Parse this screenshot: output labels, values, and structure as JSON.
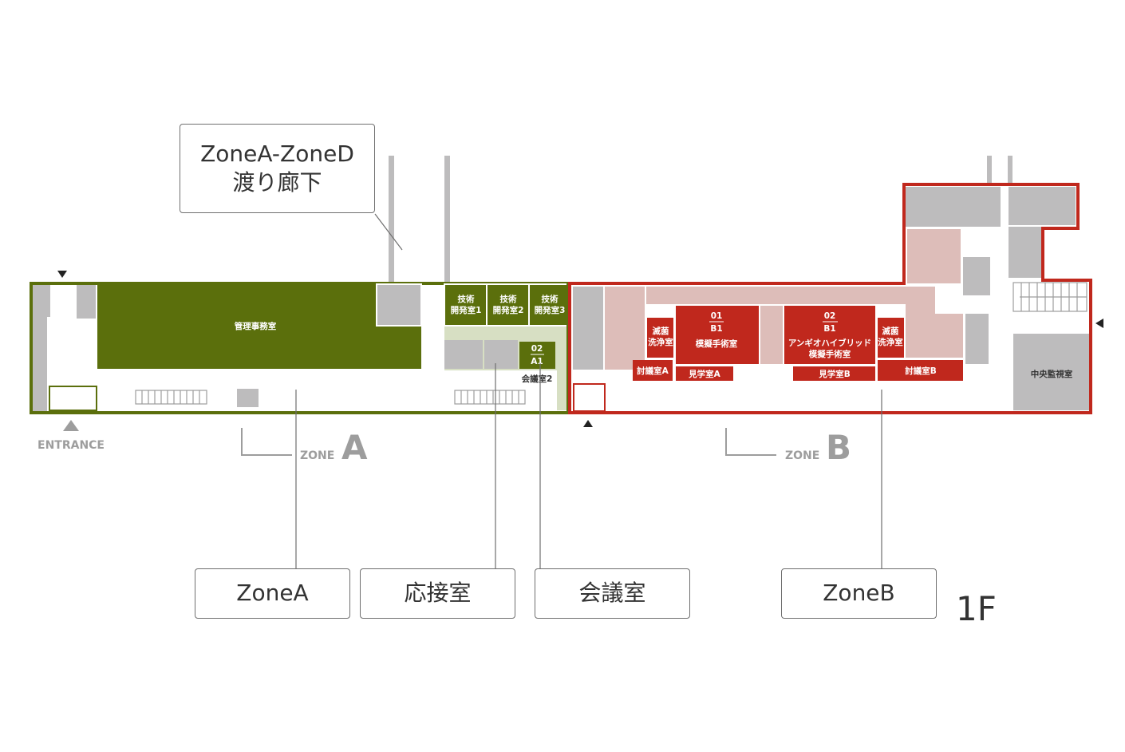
{
  "floor_label": "1F",
  "colors": {
    "zone_a": "#5b6f0c",
    "zone_b": "#c0281d",
    "zone_b_light": "#ddbdb9",
    "pale_green": "#d7dfc3",
    "gray_room": "#bdbcbd",
    "text_gray": "#9d9d9d"
  },
  "callouts": {
    "corridor_line1": "ZoneA-ZoneD",
    "corridor_line2": "渡り廊下",
    "zone_a": "ZoneA",
    "reception": "応接室",
    "meeting": "会議室",
    "zone_b": "ZoneB"
  },
  "zones": {
    "zone_word": "ZONE",
    "a_letter": "A",
    "b_letter": "B"
  },
  "entrance": "ENTRANCE",
  "rooms": {
    "admin_office": "管理事務室",
    "tech_dev_1_line1": "技術",
    "tech_dev_1_line2": "開発室1",
    "tech_dev_2_line1": "技術",
    "tech_dev_2_line2": "開発室2",
    "tech_dev_3_line1": "技術",
    "tech_dev_3_line2": "開発室3",
    "a1_num": "02",
    "a1_code": "A1",
    "meeting_room_2": "会議室2",
    "sterile_1_line1": "滅菌",
    "sterile_1_line2": "洗浄室",
    "b1_num": "01",
    "b1_code": "B1",
    "b1_name": "模擬手術室",
    "b2_num": "02",
    "b2_code": "B1",
    "b2_name1": "アンギオハイブリッド",
    "b2_name2": "模擬手術室",
    "sterile_2_line1": "滅菌",
    "sterile_2_line2": "洗浄室",
    "discussion_a": "討議室A",
    "observation_a": "見学室A",
    "observation_b": "見学室B",
    "discussion_b": "討議室B",
    "central_monitor": "中央監視室"
  }
}
